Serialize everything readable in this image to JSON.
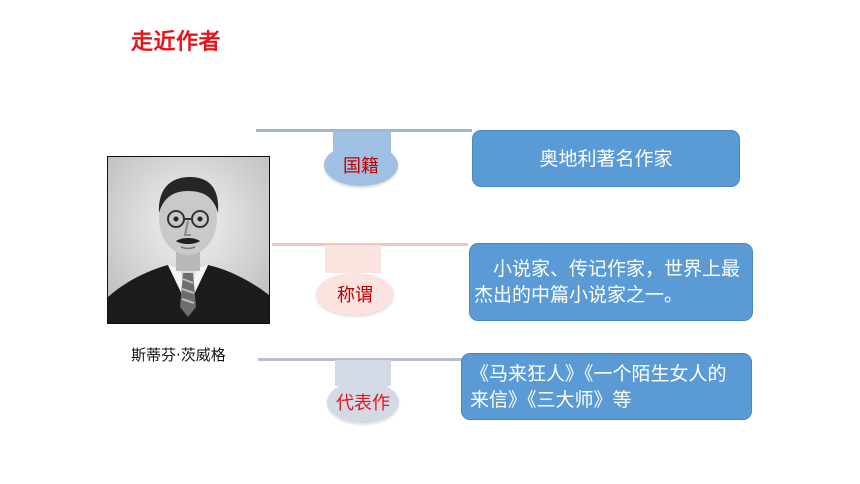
{
  "slide": {
    "title": "走近作者"
  },
  "author": {
    "name": "斯蒂芬·茨威格",
    "portrait_icon": "author-portrait-photo"
  },
  "rows": [
    {
      "label": "国籍",
      "content": "奥地利著名作家"
    },
    {
      "label": "称谓",
      "content": "　小说家、传记作家，世界上最杰出的中篇小说家之一。"
    },
    {
      "label": "代表作",
      "content": "《马来狂人》《一个陌生女人的来信》《三大师》等"
    }
  ],
  "colors": {
    "title": "#e8141b",
    "box_fill": "#5b9bd5",
    "label_text": "#c00000"
  }
}
